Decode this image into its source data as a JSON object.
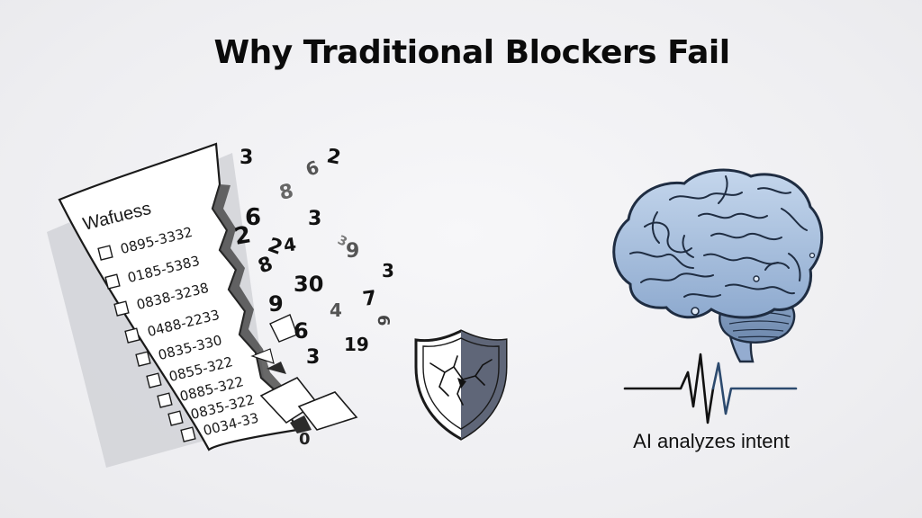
{
  "title": "Why Traditional Blockers Fail",
  "blocklist": {
    "heading": "Wafuess",
    "entries": [
      "0895-3332",
      "0185-5383",
      "0838-3238",
      "0488-2233",
      "0835-330",
      "0855-322",
      "0885-322",
      "0835-322",
      "0034-33"
    ]
  },
  "scattered_digits": [
    "3",
    "2",
    "8",
    "9",
    "3",
    "6",
    "2",
    "2",
    "4",
    "8",
    "9",
    "3",
    "30",
    "9",
    "7",
    "6",
    "4",
    "6",
    "19",
    "3",
    "0",
    "3"
  ],
  "caption": "AI analyzes intent",
  "colors": {
    "brain_fill": "#a9c1e0",
    "brain_stroke": "#223046",
    "shield_dark": "#5f6678",
    "heartbeat_dark": "#111111",
    "heartbeat_blue": "#2c4a6e"
  }
}
